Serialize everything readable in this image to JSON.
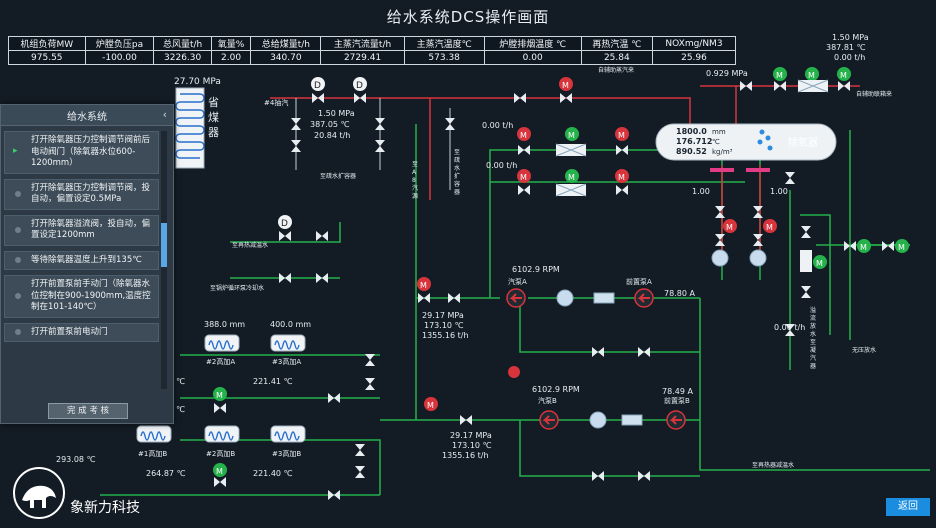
{
  "title": "给水系统DCS操作画面",
  "params": {
    "headers": [
      "机组负荷MW",
      "炉膛负压pa",
      "总风量t/h",
      "氧量%",
      "总给煤量t/h",
      "主蒸汽流量t/h",
      "主蒸汽温度℃",
      "炉膛排烟温度 ℃",
      "再热汽温 ℃",
      "NOXmg/NM3"
    ],
    "values": [
      "975.55",
      "-100.00",
      "3226.30",
      "2.00",
      "340.70",
      "2729.41",
      "573.38",
      "0.00",
      "25.84",
      "25.96"
    ]
  },
  "panel": {
    "title": "给水系统",
    "close": "‹",
    "steps": [
      "打开除氧器压力控制调节阀前后电动阀门（除氧器水位600-1200mm）",
      "打开除氧器压力控制调节阀，投自动，偏置设定0.5MPa",
      "打开除氧器溢流阀，投自动，偏置设定1200mm",
      "等待除氧器温度上升到135℃",
      "打开前置泵前手动门（除氧器水位控制在900-1900mm,温度控制在101-140℃）",
      "打开前置泵前电动门"
    ],
    "current_marker": "▸",
    "done": "完 成 考 核"
  },
  "back": "返回",
  "company": "象新力科技",
  "diagram": {
    "economizer_pressure": "27.70 MPa",
    "economizer_label": [
      "省",
      "煤",
      "器"
    ],
    "top_right_pressure": "0.929 MPa",
    "tr_pressure": "1.50 MPa",
    "tr_temp": "387.81 ℃",
    "tr_flow": "0.00 t/h",
    "self_aux": "自辅助蒸汽来",
    "aux_steam": "自辅助联箱来",
    "no4": "#4抽汽",
    "steam_p": "1.50  MPa",
    "steam_t": "387.05  ℃",
    "steam_f": "20.84  t/h",
    "to_tank": "至疏水扩容器",
    "to_a8": [
      "至",
      "A",
      "8",
      "汽",
      "源"
    ],
    "to_drain": [
      "至",
      "疏",
      "水",
      "扩",
      "容",
      "器"
    ],
    "flow1": "0.00  t/h",
    "flow2": "0.00  t/h",
    "deaerator_vals": [
      "1800.0",
      "176.712",
      "890.52"
    ],
    "deaerator_units": [
      "mm",
      "℃",
      "kg/m³"
    ],
    "deaerator_name": "除氧器",
    "v1": "1.00",
    "v2": "1.00",
    "to_desup": "至再热减温水",
    "to_boiler": "至锅炉循环泵冷却水",
    "pump_a_rpm": "6102.9  RPM",
    "pump_a": "汽泵A",
    "pre_a": "前置泵A",
    "pre_a_amp": "78.80  A",
    "pump_b_rpm": "6102.9  RPM",
    "pump_b": "汽泵B",
    "pre_b": "前置泵B",
    "pre_b_amp": "78.49  A",
    "ha_p": "29.17  MPa",
    "ha_t": "173.10  ℃",
    "ha_f": "1355.16  t/h",
    "hb_p": "29.17  MPa",
    "hb_t": "173.10  ℃",
    "hb_f": "1355.16  t/h",
    "hp_level1": "388.0  mm",
    "hp_level2": "400.0  mm",
    "hp2a": "#2高加A",
    "hp3a": "#3高加A",
    "hp1b": "#1高加B",
    "hp2b": "#2高加B",
    "hp3b": "#3高加B",
    "t_221a": "221.41  ℃",
    "t_221b": "221.40  ℃",
    "t_264": "264.87  ℃",
    "t_293": "293.08  ℃",
    "t_c1": "℃",
    "t_c2": "℃",
    "to_heat": "至再热器减温水",
    "overflow": [
      "溢",
      "流",
      "放",
      "水",
      "至",
      "凝",
      "汽",
      "器"
    ],
    "no_pressure": "无压放水",
    "flow3": "0.00  t/h"
  }
}
